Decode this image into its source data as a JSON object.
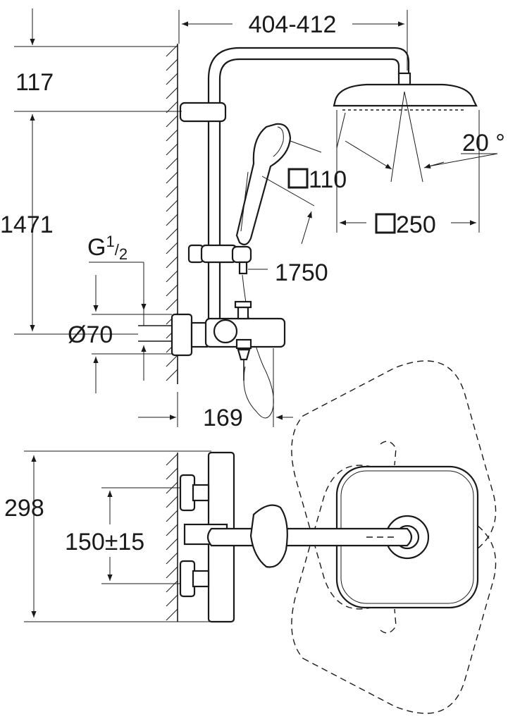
{
  "dimensions": {
    "arm_projection": "404-412",
    "ceiling_gap": "117",
    "rail_height": "1471",
    "thread_size": "G",
    "thread_fraction_num": "1",
    "thread_fraction_den": "2",
    "escutcheon_diameter": "Ø70",
    "wall_to_outlet": "169",
    "hose_length": "1750",
    "hand_shower_size": "110",
    "head_shower_size": "250",
    "spray_angle": "20 °",
    "total_depth": "298",
    "inlet_spacing": "150±15"
  }
}
